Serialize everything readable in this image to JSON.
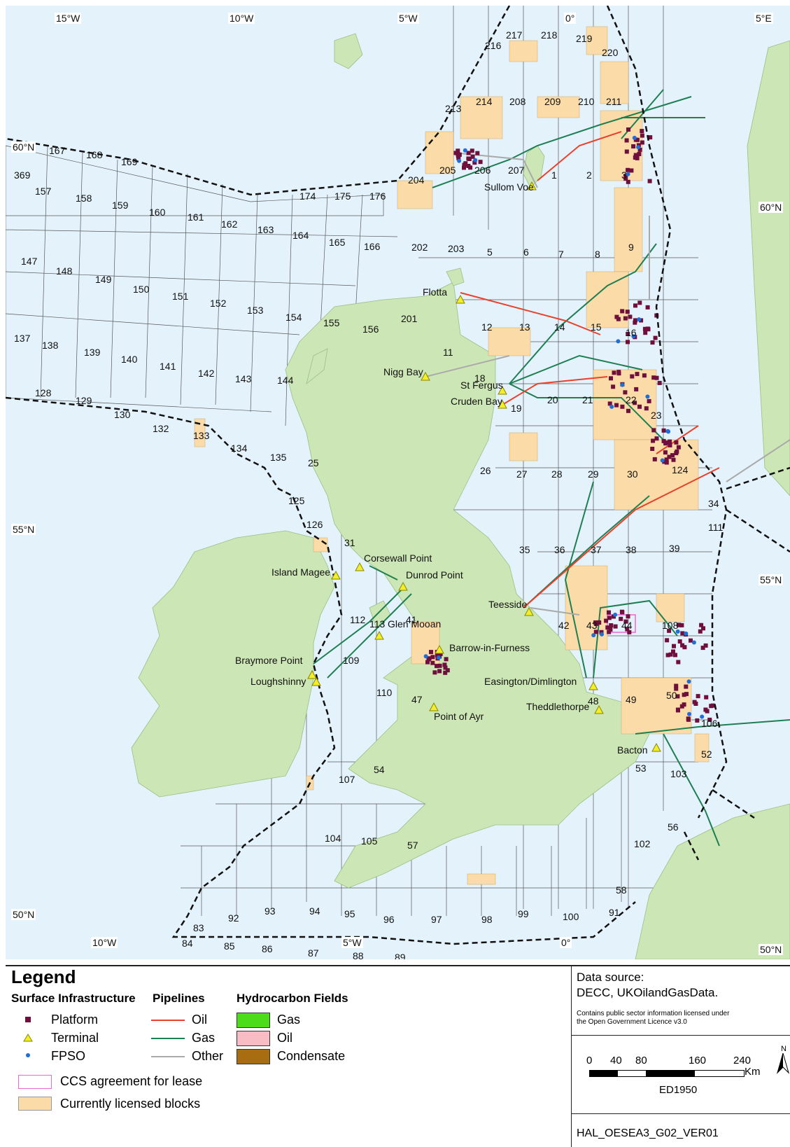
{
  "map": {
    "lon_labels_top": [
      "15°W",
      "10°W",
      "5°W",
      "0°",
      "5°E"
    ],
    "lon_labels_bottom": [
      "10°W",
      "5°W",
      "0°"
    ],
    "lat_labels_left": [
      "60°N",
      "55°N",
      "50°N"
    ],
    "lat_labels_right": [
      "60°N",
      "55°N",
      "50°N"
    ],
    "block_numbers": [
      "217",
      "218",
      "219",
      "216",
      "220",
      "213",
      "214",
      "208",
      "209",
      "210",
      "211",
      "204",
      "205",
      "206",
      "207",
      "1",
      "2",
      "3",
      "167",
      "168",
      "169",
      "369",
      "157",
      "158",
      "159",
      "160",
      "161",
      "162",
      "163",
      "164",
      "165",
      "166",
      "174",
      "175",
      "176",
      "202",
      "203",
      "5",
      "6",
      "7",
      "8",
      "9",
      "147",
      "148",
      "149",
      "150",
      "151",
      "152",
      "153",
      "154",
      "155",
      "156",
      "201",
      "12",
      "13",
      "14",
      "15",
      "16",
      "137",
      "138",
      "139",
      "140",
      "141",
      "142",
      "143",
      "144",
      "11",
      "18",
      "19",
      "20",
      "21",
      "22",
      "23",
      "128",
      "129",
      "130",
      "132",
      "133",
      "134",
      "135",
      "25",
      "26",
      "27",
      "28",
      "29",
      "30",
      "124",
      "125",
      "126",
      "31",
      "34",
      "35",
      "36",
      "37",
      "38",
      "39",
      "111",
      "112",
      "113",
      "41",
      "42",
      "43",
      "44",
      "108",
      "109",
      "110",
      "47",
      "48",
      "49",
      "50",
      "106",
      "107",
      "54",
      "52",
      "53",
      "103",
      "104",
      "105",
      "57",
      "56",
      "102",
      "58",
      "92",
      "93",
      "94",
      "95",
      "96",
      "97",
      "98",
      "99",
      "100",
      "91",
      "83",
      "84",
      "85",
      "86",
      "87",
      "88",
      "89"
    ],
    "terminals": [
      "Sullom Voe",
      "Flotta",
      "Nigg Bay",
      "St Fergus",
      "Cruden Bay",
      "Corsewall Point",
      "Island Magee",
      "Dunrod Point",
      "Teesside",
      "Glen Mooan",
      "Barrow-in-Furness",
      "Braymore Point",
      "Loughshinny",
      "Easington/Dimlington",
      "Theddlethorpe",
      "Point of Ayr",
      "Bacton"
    ],
    "colors": {
      "sea": "#e4f2fb",
      "land": "#cde6b5",
      "licensed": "#fbdca8",
      "platform": "#6e0f3c",
      "terminal": "#f3ee2a",
      "fpso": "#1f6fd8",
      "oil_pipeline": "#e8412e",
      "gas_pipeline": "#1e7f52",
      "other_pipeline": "#aaaaaa",
      "gas_field": "#4cdc1a",
      "oil_field": "#f8bcc4",
      "condensate_field": "#a86d10",
      "ccs": "#e86ad0"
    }
  },
  "legend": {
    "title": "Legend",
    "surface_heading": "Surface Infrastructure",
    "pipelines_heading": "Pipelines",
    "fields_heading": "Hydrocarbon Fields",
    "platform": "Platform",
    "terminal": "Terminal",
    "fpso": "FPSO",
    "oil": "Oil",
    "gas": "Gas",
    "other": "Other",
    "field_gas": "Gas",
    "field_oil": "Oil",
    "field_condensate": "Condensate",
    "ccs": "CCS agreement for lease",
    "licensed": "Currently licensed blocks"
  },
  "info": {
    "source_label": "Data source:",
    "source_value": "DECC, UKOilandGasData.",
    "licence_line1": "Contains public sector information licensed under",
    "licence_line2": "the Open Government Licence v3.0",
    "scale_ticks": [
      "0",
      "40",
      "80",
      "160",
      "240"
    ],
    "scale_unit": "Km",
    "north": "N",
    "datum": "ED1950",
    "map_id": "HAL_OESEA3_G02_VER01"
  }
}
